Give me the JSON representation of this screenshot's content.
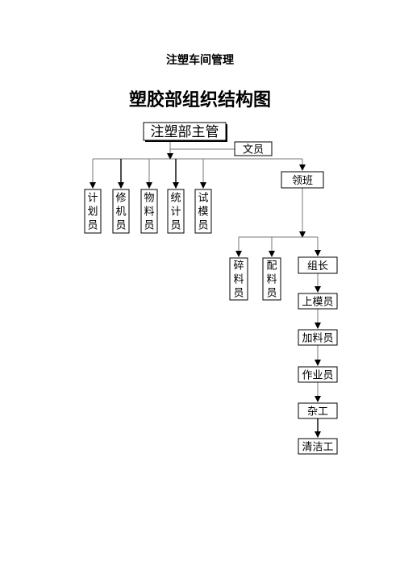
{
  "heading": "注塑车间管理",
  "title": "塑胶部组织结构图",
  "nodes": {
    "head": "注塑部主管",
    "clerk": "文员",
    "planner": "计划员",
    "repair": "修机员",
    "material": "物料员",
    "stats": "统计员",
    "trial": "试模员",
    "leader": "领班",
    "crusher": "碎料员",
    "mixer": "配料员",
    "group_leader": "组长",
    "mold_loader": "上模员",
    "feeder": "加料员",
    "operator": "作业员",
    "handyman": "杂工",
    "cleaner": "清洁工"
  }
}
